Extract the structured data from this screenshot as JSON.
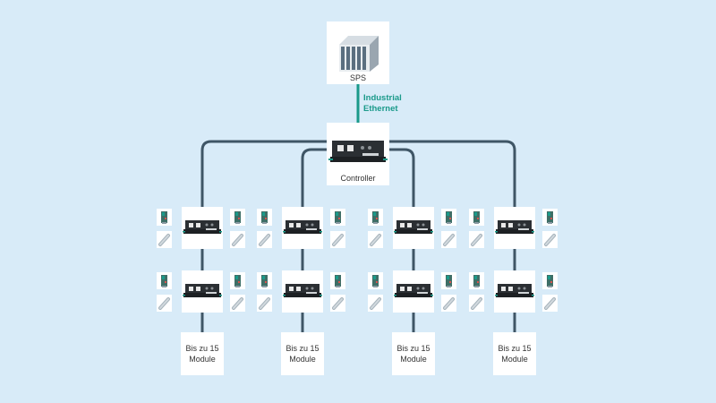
{
  "sps": {
    "label": "SPS"
  },
  "network": {
    "label_line1": "Industrial",
    "label_line2": "Ethernet"
  },
  "controller": {
    "label": "Controller"
  },
  "branches": [
    {
      "footer_line1": "Bis zu 15",
      "footer_line2": "Module"
    },
    {
      "footer_line1": "Bis zu 15",
      "footer_line2": "Module"
    },
    {
      "footer_line1": "Bis zu 15",
      "footer_line2": "Module"
    },
    {
      "footer_line1": "Bis zu 15",
      "footer_line2": "Module"
    }
  ],
  "colors": {
    "background": "#d8ebf8",
    "bus_line": "#3f5666",
    "ethernet": "#1a9a8a",
    "box": "#ffffff"
  }
}
